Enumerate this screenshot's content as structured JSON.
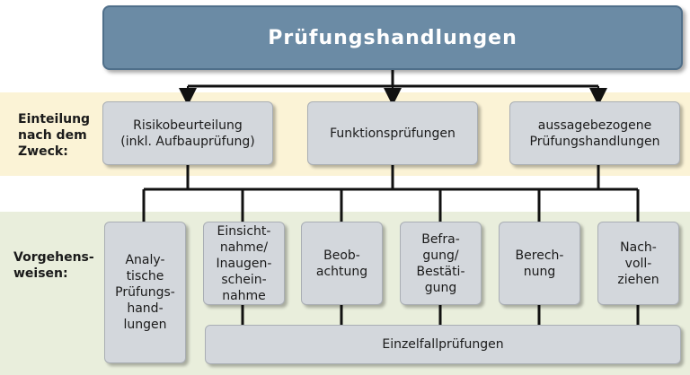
{
  "diagram": {
    "title": "Prüfungshandlungen",
    "rows": {
      "purpose_label": "Einteilung\nnach dem\nZweck:",
      "approach_label": "Vorgehens-\nweisen:"
    },
    "purpose_boxes": [
      "Risikobeurteilung\n(inkl. Aufbauprüfung)",
      "Funktionsprüfungen",
      "aussagebezogene\nPrüfungshandlungen"
    ],
    "approach_boxes": [
      "Analy-\ntische\nPrüfungs-\nhand-\nlungen",
      "Einsicht-\nnahme/\nInaugen-\nschein-\nnahme",
      "Beob-\nachtung",
      "Befra-\ngung/\nBestäti-\ngung",
      "Berech-\nnung",
      "Nach-\nvoll-\nziehen"
    ],
    "bottom_box": "Einzelfallprüfungen"
  }
}
